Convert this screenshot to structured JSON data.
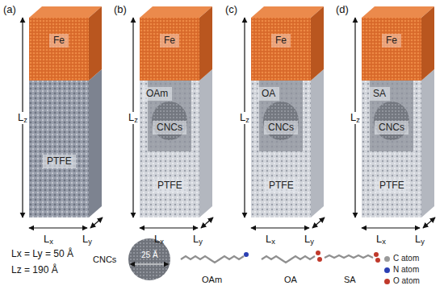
{
  "diagram": {
    "nodes": [
      {
        "text": [
          "Fe"
        ]
      },
      {
        "text": [
          "PTFE"
        ]
      },
      {
        "text": [
          "Fe"
        ]
      },
      {
        "text": [
          "OAm"
        ]
      },
      {
        "text": [
          "CNCs"
        ]
      },
      {
        "text": [
          "PTFE"
        ]
      },
      {
        "text": [
          "Fe"
        ]
      },
      {
        "text": [
          "OA"
        ]
      },
      {
        "text": [
          "CNCs"
        ]
      },
      {
        "text": [
          "PTFE"
        ]
      },
      {
        "text": [
          "Fe"
        ]
      },
      {
        "text": [
          "SA"
        ]
      },
      {
        "text": [
          "CNCs"
        ]
      },
      {
        "text": [
          "PTFE"
        ]
      }
    ],
    "labels": [
      "(a)",
      "Lz",
      "Lx",
      "Ly",
      "(b)",
      "Lz",
      "Lx",
      "Ly",
      "(c)",
      "Lz",
      "Lx",
      "Ly",
      "(d)",
      "Lz",
      "Lx",
      "Ly",
      "Lx = Ly = 50 Å",
      "Lz = 190 Å",
      "CNCs",
      "25 Å",
      "OAm",
      "OA",
      "SA"
    ],
    "legend": [
      {
        "text": "C atom",
        "color": "#9a9a9a"
      },
      {
        "text": "N atom",
        "color": "#2b3fb3"
      },
      {
        "text": "O atom",
        "color": "#c0392b"
      }
    ]
  }
}
